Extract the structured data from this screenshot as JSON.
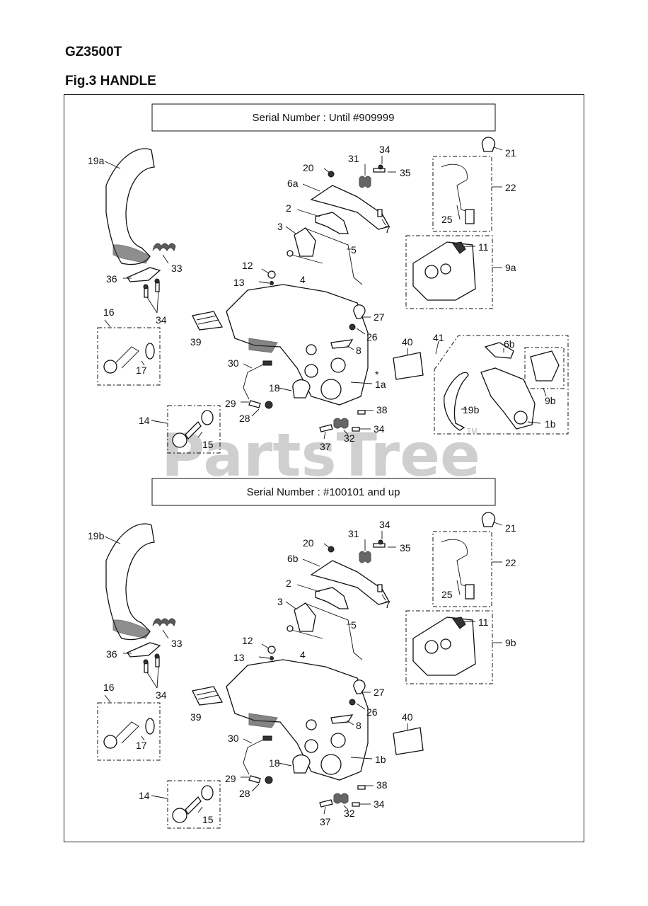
{
  "header": {
    "model": "GZ3500T",
    "figure": "Fig.3  HANDLE"
  },
  "watermark": {
    "text": "PartsTree",
    "tm": "TM"
  },
  "sections": [
    {
      "serial": "Serial Number :  Until #909999",
      "labels": {
        "l19a": "19a",
        "l20": "20",
        "l31": "31",
        "l34a": "34",
        "l35": "35",
        "l21": "21",
        "l22": "22",
        "l6a": "6a",
        "l2": "2",
        "l7": "7",
        "l3": "3",
        "l5": "5",
        "l25": "25",
        "l11": "11",
        "l9a": "9a",
        "l33": "33",
        "l12": "12",
        "l13": "13",
        "l4": "4",
        "l36": "36",
        "l34b": "34",
        "l27": "27",
        "l16": "16",
        "l39": "39",
        "l26": "26",
        "l8": "8",
        "l40": "40",
        "l41": "41",
        "l6b": "6b",
        "l17": "17",
        "l30": "30",
        "star": "*",
        "l1a": "1a",
        "l9b": "9b",
        "l18": "18",
        "l29": "29",
        "l28": "28",
        "l38": "38",
        "l19b": "19b",
        "l14": "14",
        "l34c": "34",
        "l1b": "1b",
        "l15": "15",
        "l37": "37",
        "l32": "32"
      }
    },
    {
      "serial": "Serial Number :  #100101 and up",
      "labels": {
        "l19b": "19b",
        "l20": "20",
        "l31": "31",
        "l34a": "34",
        "l35": "35",
        "l21": "21",
        "l22": "22",
        "l6b": "6b",
        "l2": "2",
        "l7": "7",
        "l3": "3",
        "l5": "5",
        "l25": "25",
        "l11": "11",
        "l9b": "9b",
        "l33": "33",
        "l12": "12",
        "l13": "13",
        "l4": "4",
        "l36": "36",
        "l34b": "34",
        "l27": "27",
        "l16": "16",
        "l39": "39",
        "l26": "26",
        "l8": "8",
        "l40": "40",
        "l17": "17",
        "l30": "30",
        "l1b": "1b",
        "l18": "18",
        "l29": "29",
        "l28": "28",
        "l38": "38",
        "l14": "14",
        "l34c": "34",
        "l15": "15",
        "l37": "37",
        "l32": "32"
      }
    }
  ]
}
